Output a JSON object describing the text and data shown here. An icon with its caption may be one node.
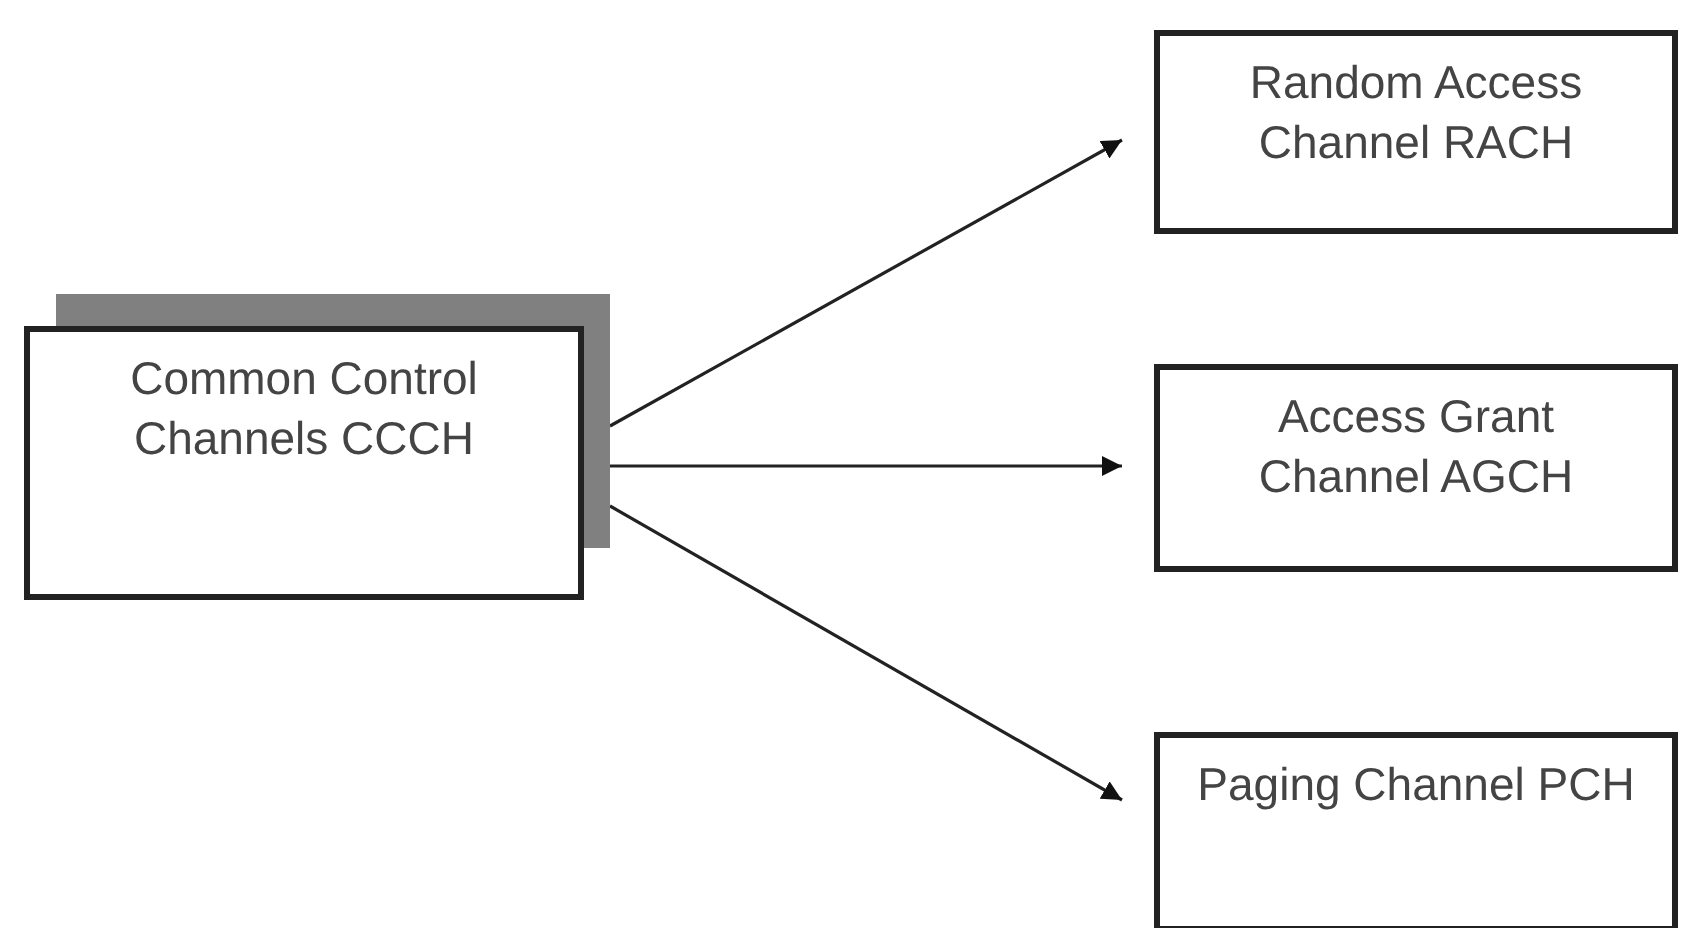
{
  "diagram": {
    "nodes": [
      {
        "text": [
          "Common Control Channels CCCH"
        ]
      },
      {
        "text": [
          "Random Access Channel RACH"
        ]
      },
      {
        "text": [
          "Access Grant Channel AGCH"
        ]
      },
      {
        "text": [
          "Paging Channel PCH"
        ]
      }
    ],
    "edges": [
      {
        "from": 0,
        "to": 1,
        "arrow": "to"
      },
      {
        "from": 0,
        "to": 2,
        "arrow": "to"
      },
      {
        "from": 0,
        "to": 3,
        "arrow": "to"
      }
    ]
  }
}
